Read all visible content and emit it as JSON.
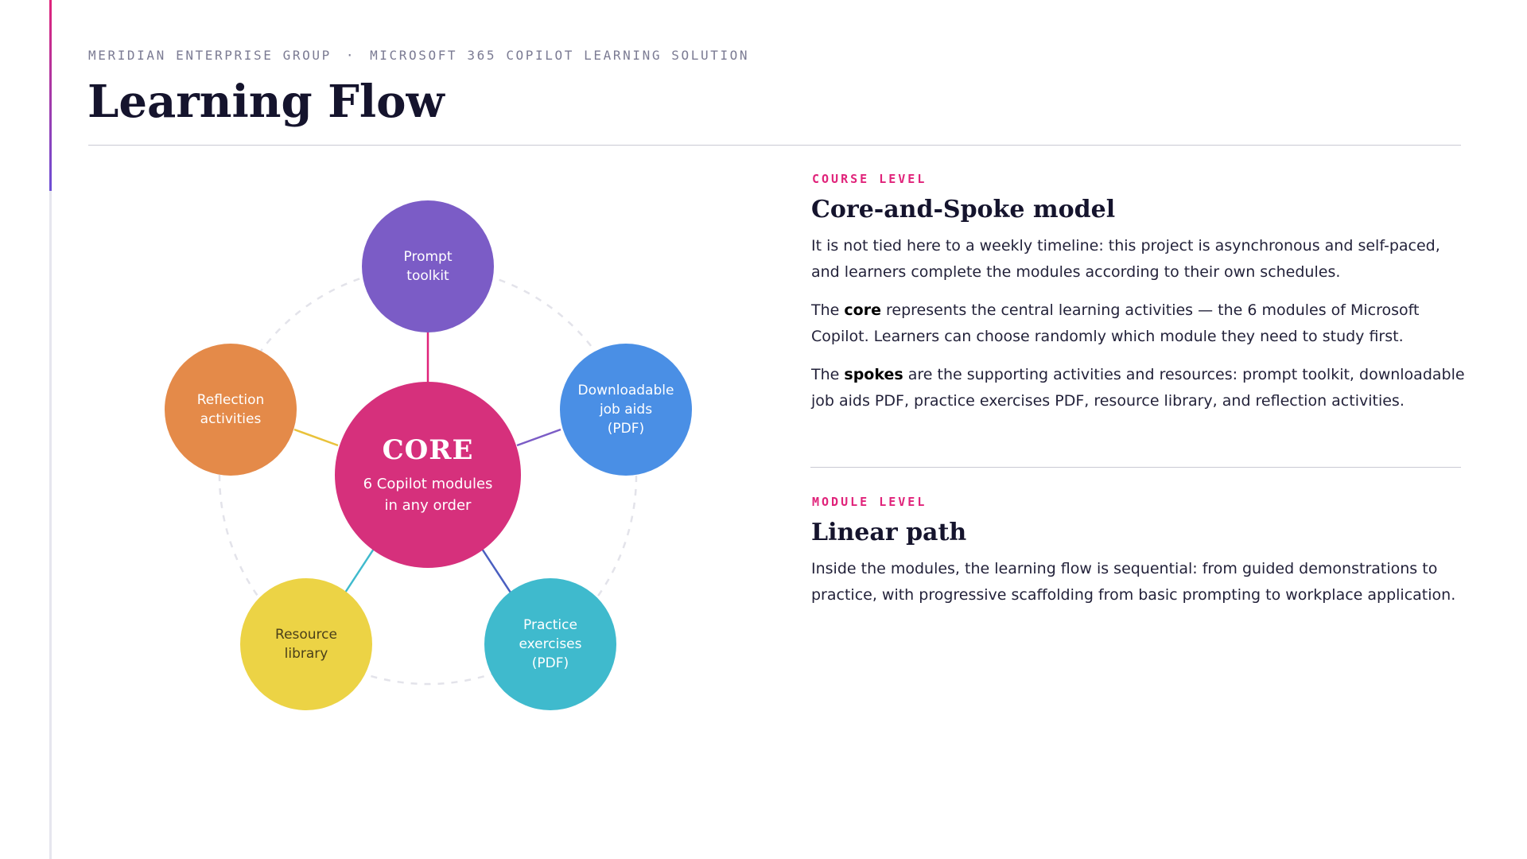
{
  "header": {
    "org": "MERIDIAN ENTERPRISE GROUP",
    "separator": "·",
    "solution": "MICROSOFT 365 COPILOT LEARNING SOLUTION",
    "title": "Learning Flow"
  },
  "diagram": {
    "core": {
      "title": "CORE",
      "subtitle_line1": "6 Copilot modules",
      "subtitle_line2": "in any order",
      "color": "#d6307c"
    },
    "spokes": [
      {
        "id": "prompt-toolkit",
        "lines": [
          "Prompt",
          "toolkit"
        ],
        "color": "#7b5cc6",
        "connector_color": "#e0237a"
      },
      {
        "id": "downloadable-job-aids",
        "lines": [
          "Downloadable",
          "job aids",
          "(PDF)"
        ],
        "color": "#4a8fe5",
        "connector_color": "#7b5cc6"
      },
      {
        "id": "practice-exercises",
        "lines": [
          "Practice",
          "exercises",
          "(PDF)"
        ],
        "color": "#3fbacd",
        "connector_color": "#4a5fc0"
      },
      {
        "id": "resource-library",
        "lines": [
          "Resource",
          "library"
        ],
        "color": "#ecd345",
        "connector_color": "#3fbacd"
      },
      {
        "id": "reflection-activities",
        "lines": [
          "Reflection",
          "activities"
        ],
        "color": "#e48a49",
        "connector_color": "#e9c23a"
      }
    ]
  },
  "course": {
    "label": "COURSE LEVEL",
    "title": "Core-and-Spoke model",
    "p1": "It is not tied here to a weekly timeline: this project is asynchronous and self-paced, and learners complete the modules according to their own schedules.",
    "p2_pre": "The ",
    "p2_bold": "core",
    "p2_post": " represents the central learning activities — the 6 modules of Microsoft Copilot. Learners can choose randomly which module they need to study first.",
    "p3_pre": "The ",
    "p3_bold": "spokes",
    "p3_post": " are the supporting activities and resources: prompt toolkit, downloadable job aids PDF, practice exercises PDF, resource library, and reflection activities."
  },
  "module": {
    "label": "MODULE LEVEL",
    "title": "Linear path",
    "p1": "Inside the modules, the learning flow is sequential: from guided demonstrations to practice, with progressive scaffolding from basic prompting to workplace application."
  }
}
